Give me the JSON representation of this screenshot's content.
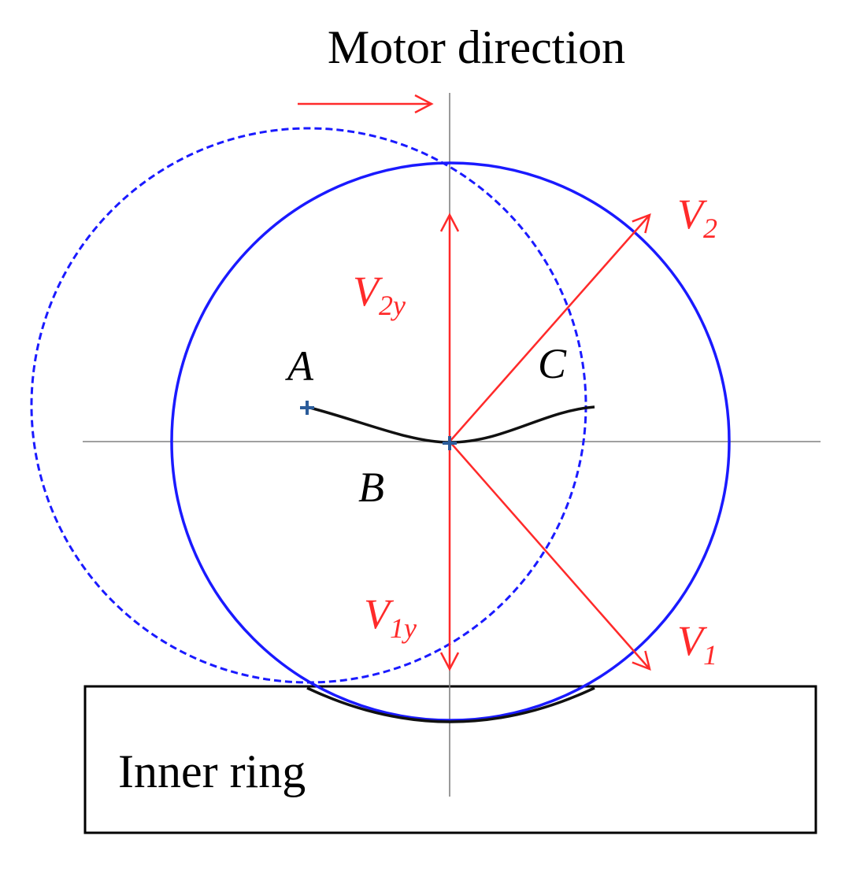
{
  "labels": {
    "title": "Motor direction",
    "inner_ring": "Inner ring",
    "point_a": "A",
    "point_b": "B",
    "point_c": "C"
  },
  "vectors": {
    "v2": {
      "main": "V",
      "sub": "2"
    },
    "v2y": {
      "main": "V",
      "sub": "2y"
    },
    "v1": {
      "main": "V",
      "sub": "1"
    },
    "v1y": {
      "main": "V",
      "sub": "1y"
    }
  },
  "colors": {
    "vector": "#ff2a2a",
    "circle": "#1a1aff",
    "axis": "#808080",
    "path": "#111111",
    "marker": "#2b5c9a",
    "outline": "#000000"
  }
}
